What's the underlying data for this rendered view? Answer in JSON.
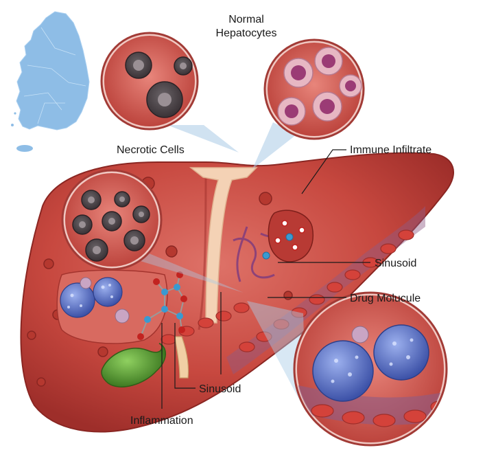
{
  "labels": {
    "normal_hepatocytes_line1": "Normal",
    "normal_hepatocytes_line2": "Hepatocytes",
    "necrotic_cells": "Necrotic Cells",
    "immune_infiltrate": "Immune Infiltrate",
    "sinusoid_right": "Sinusoid",
    "drug_molecule": "Drug Molucule",
    "sinusoid_bottom": "Sinusoid",
    "inflammation": "Inflammation"
  },
  "colors": {
    "liver": "#c7483f",
    "liver_dark": "#9e2e2a",
    "liver_light": "#de7268",
    "callout_bg": "#d9645c",
    "zoom_cone": "#a9cbe6",
    "immune_cell": "#5b73c2",
    "gallbladder": "#5e9e3a",
    "ligament": "#f4d2b5",
    "map_fill": "#8ebde6",
    "molecule_blue": "#3a9ad1",
    "molecule_red": "#c22320"
  }
}
